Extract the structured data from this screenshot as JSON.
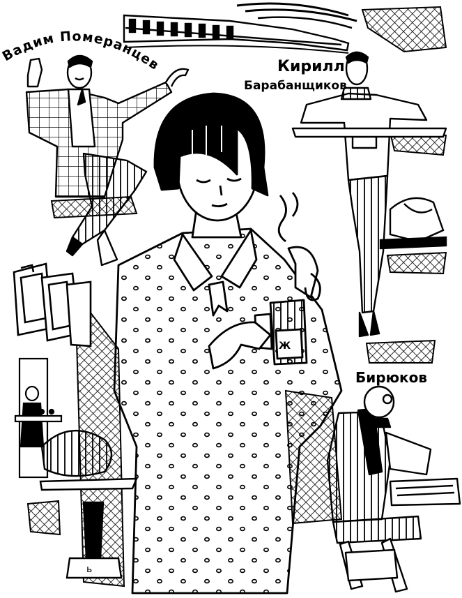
{
  "illustration": {
    "labels": {
      "vadim": "Вадим Померанцев",
      "kirill_first": "Кирилл",
      "kirill_last": "Барабанщиков",
      "biryukov": "Бирюков"
    },
    "colors": {
      "ink": "#000000",
      "paper": "#ffffff"
    }
  }
}
